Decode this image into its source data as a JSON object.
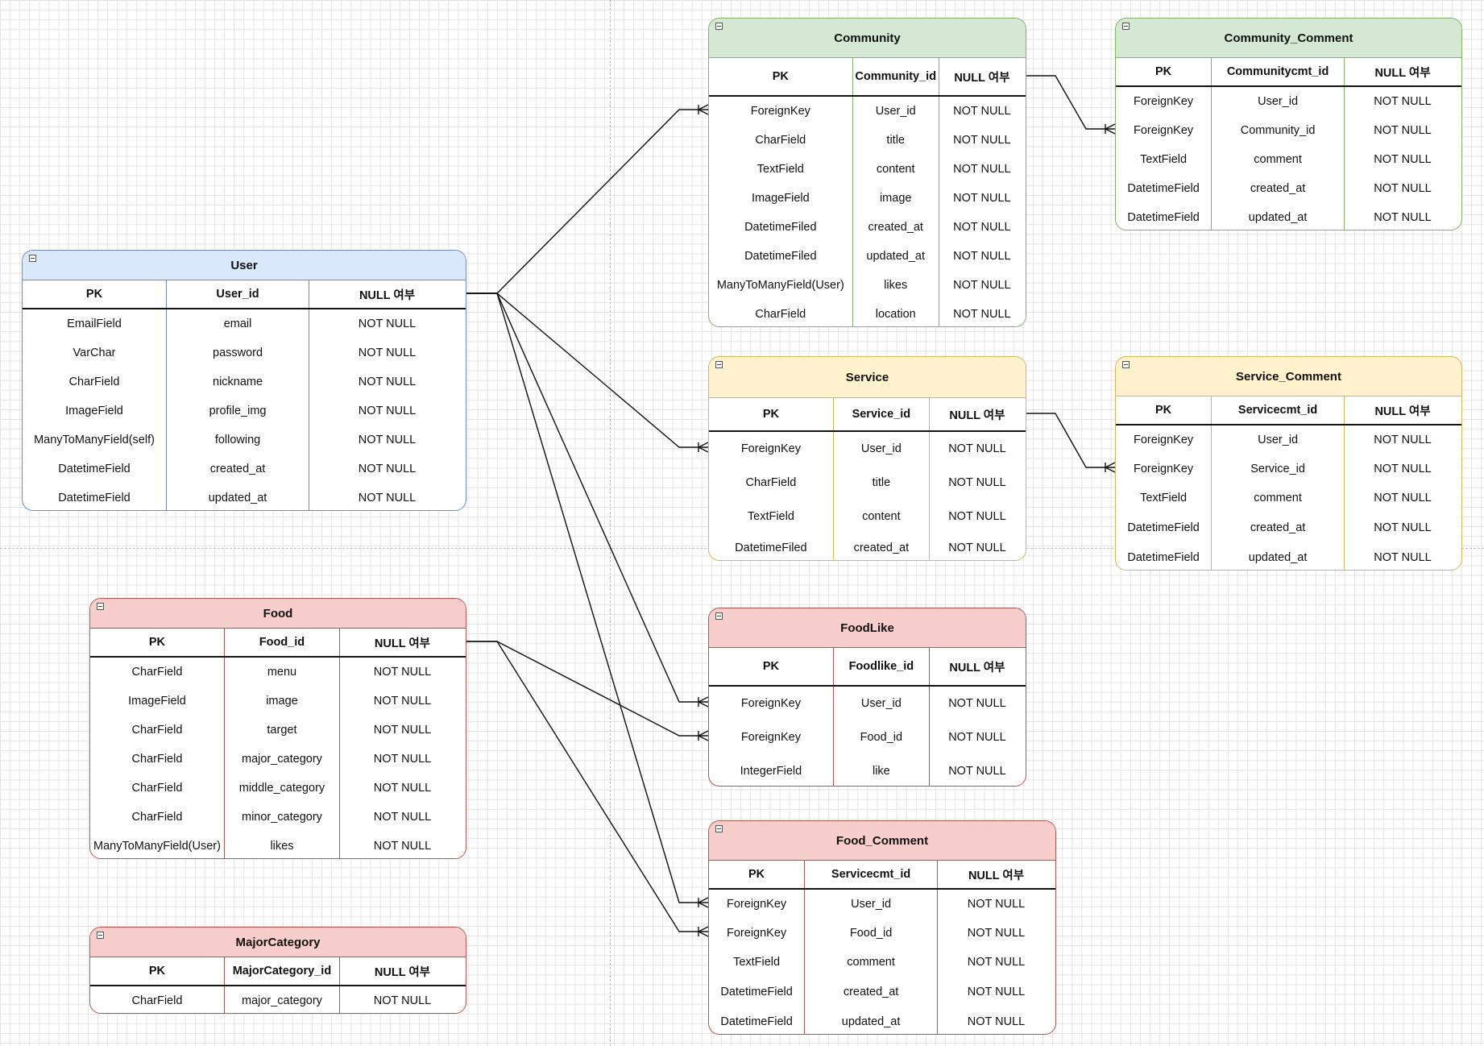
{
  "diagram": {
    "column_headers": {
      "pk": "PK",
      "nullable": "NULL 여부"
    },
    "colors": {
      "blue_fill": "#dae8fc",
      "blue_stroke": "#6c8ebf",
      "green_fill": "#d5e8d4",
      "green_stroke": "#82b366",
      "yellow_fill": "#fff2cc",
      "yellow_stroke": "#d6b656",
      "red_fill": "#f8cecc",
      "red_stroke": "#b85450"
    },
    "entities": {
      "user": {
        "title": "User",
        "id_header": "User_id",
        "rows": [
          [
            "EmailField",
            "email",
            "NOT NULL"
          ],
          [
            "VarChar",
            "password",
            "NOT NULL"
          ],
          [
            "CharField",
            "nickname",
            "NOT NULL"
          ],
          [
            "ImageField",
            "profile_img",
            "NOT NULL"
          ],
          [
            "ManyToManyField(self)",
            "following",
            "NOT NULL"
          ],
          [
            "DatetimeField",
            "created_at",
            "NOT NULL"
          ],
          [
            "DatetimeField",
            "updated_at",
            "NOT NULL"
          ]
        ]
      },
      "community": {
        "title": "Community",
        "id_header": "Community_id",
        "rows": [
          [
            "ForeignKey",
            "User_id",
            "NOT NULL"
          ],
          [
            "CharField",
            "title",
            "NOT NULL"
          ],
          [
            "TextField",
            "content",
            "NOT NULL"
          ],
          [
            "ImageField",
            "image",
            "NOT NULL"
          ],
          [
            "DatetimeFiled",
            "created_at",
            "NOT NULL"
          ],
          [
            "DatetimeFiled",
            "updated_at",
            "NOT NULL"
          ],
          [
            "ManyToManyField(User)",
            "likes",
            "NOT NULL"
          ],
          [
            "CharField",
            "location",
            "NOT NULL"
          ]
        ]
      },
      "community_comment": {
        "title": "Community_Comment",
        "id_header": "Communitycmt_id",
        "rows": [
          [
            "ForeignKey",
            "User_id",
            "NOT NULL"
          ],
          [
            "ForeignKey",
            "Community_id",
            "NOT NULL"
          ],
          [
            "TextField",
            "comment",
            "NOT NULL"
          ],
          [
            "DatetimeField",
            "created_at",
            "NOT NULL"
          ],
          [
            "DatetimeField",
            "updated_at",
            "NOT NULL"
          ]
        ]
      },
      "service": {
        "title": "Service",
        "id_header": "Service_id",
        "rows": [
          [
            "ForeignKey",
            "User_id",
            "NOT NULL"
          ],
          [
            "CharField",
            "title",
            "NOT NULL"
          ],
          [
            "TextField",
            "content",
            "NOT NULL"
          ],
          [
            "DatetimeFiled",
            "created_at",
            "NOT NULL"
          ]
        ]
      },
      "service_comment": {
        "title": "Service_Comment",
        "id_header": "Servicecmt_id",
        "rows": [
          [
            "ForeignKey",
            "User_id",
            "NOT NULL"
          ],
          [
            "ForeignKey",
            "Service_id",
            "NOT NULL"
          ],
          [
            "TextField",
            "comment",
            "NOT NULL"
          ],
          [
            "DatetimeField",
            "created_at",
            "NOT NULL"
          ],
          [
            "DatetimeField",
            "updated_at",
            "NOT NULL"
          ]
        ]
      },
      "food": {
        "title": "Food",
        "id_header": "Food_id",
        "rows": [
          [
            "CharField",
            "menu",
            "NOT NULL"
          ],
          [
            "ImageField",
            "image",
            "NOT NULL"
          ],
          [
            "CharField",
            "target",
            "NOT NULL"
          ],
          [
            "CharField",
            "major_category",
            "NOT NULL"
          ],
          [
            "CharField",
            "middle_category",
            "NOT NULL"
          ],
          [
            "CharField",
            "minor_category",
            "NOT NULL"
          ],
          [
            "ManyToManyField(User)",
            "likes",
            "NOT NULL"
          ]
        ]
      },
      "foodlike": {
        "title": "FoodLike",
        "id_header": "Foodlike_id",
        "rows": [
          [
            "ForeignKey",
            "User_id",
            "NOT NULL"
          ],
          [
            "ForeignKey",
            "Food_id",
            "NOT NULL"
          ],
          [
            "IntegerField",
            "like",
            "NOT NULL"
          ]
        ]
      },
      "food_comment": {
        "title": "Food_Comment",
        "id_header": "Servicecmt_id",
        "rows": [
          [
            "ForeignKey",
            "User_id",
            "NOT NULL"
          ],
          [
            "ForeignKey",
            "Food_id",
            "NOT NULL"
          ],
          [
            "TextField",
            "comment",
            "NOT NULL"
          ],
          [
            "DatetimeField",
            "created_at",
            "NOT NULL"
          ],
          [
            "DatetimeField",
            "updated_at",
            "NOT NULL"
          ]
        ]
      },
      "majorcategory": {
        "title": "MajorCategory",
        "id_header": "MajorCategory_id",
        "rows": [
          [
            "CharField",
            "major_category",
            "NOT NULL"
          ]
        ]
      }
    }
  }
}
